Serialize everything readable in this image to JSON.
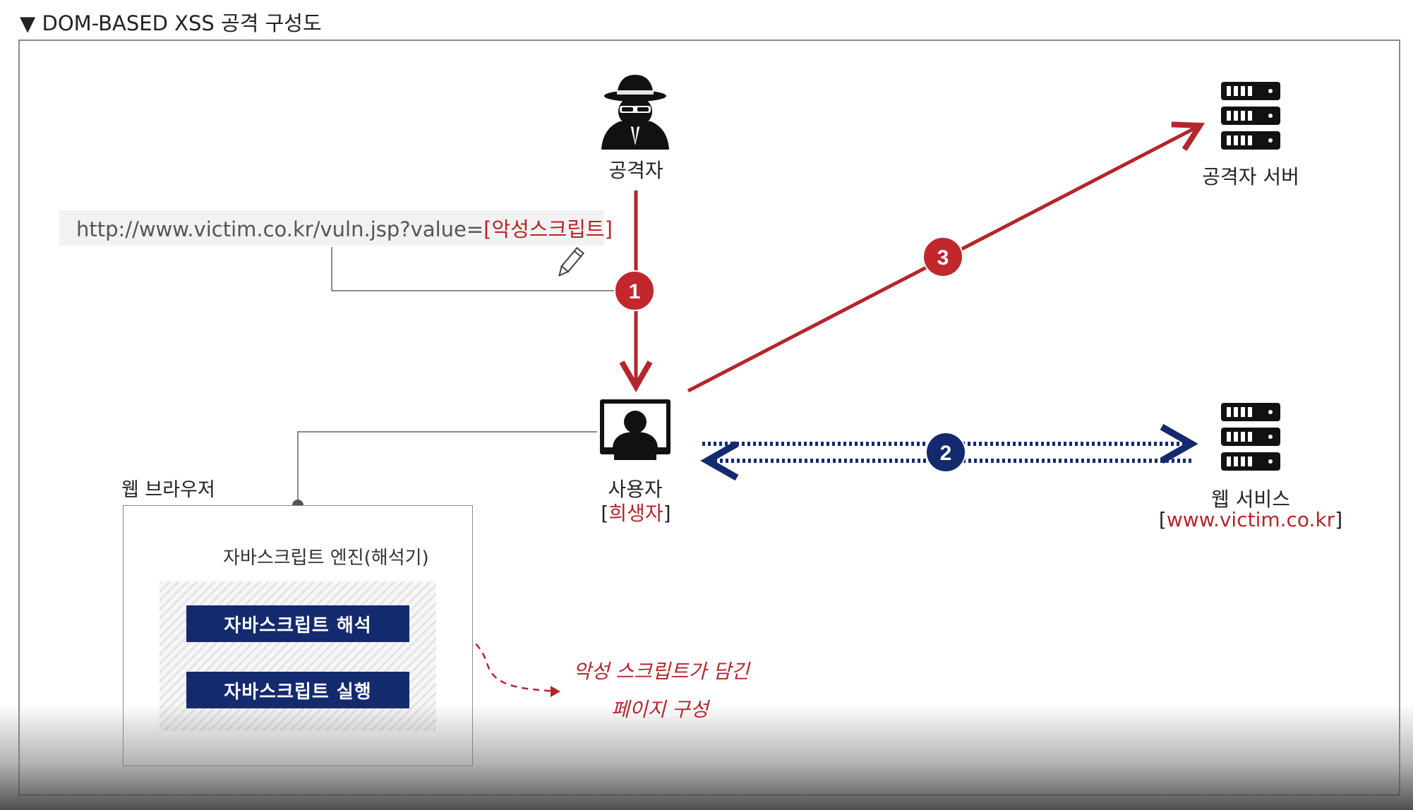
{
  "heading": "▼ DOM-BASED XSS 공격 구성도",
  "url": {
    "prefix": "http://www.victim.co.kr/vuln.jsp?value=",
    "payload": "[악성스크립트]"
  },
  "attacker": {
    "label": "공격자",
    "icon": "spy-icon"
  },
  "attacker_server": {
    "label": "공격자 서버",
    "icon": "server-icon"
  },
  "user": {
    "label": "사용자",
    "role": "희생자",
    "icon": "user-computer-icon"
  },
  "web_service": {
    "label": "웹 서비스",
    "domain": "www.victim.co.kr",
    "icon": "server-icon"
  },
  "steps": [
    "1",
    "2",
    "3"
  ],
  "browser": {
    "label": "웹 브라우저",
    "engine_title": "자바스크립트 엔진(해석기)",
    "interpret_label": "자바스크립트 해석",
    "execute_label": "자바스크립트 실행"
  },
  "note": {
    "line1": "악성 스크립트가 담긴",
    "line2": "페이지 구성"
  },
  "colors": {
    "accent_red": "#b3262b",
    "navy": "#142a6e",
    "gray": "#8a8a8a"
  }
}
